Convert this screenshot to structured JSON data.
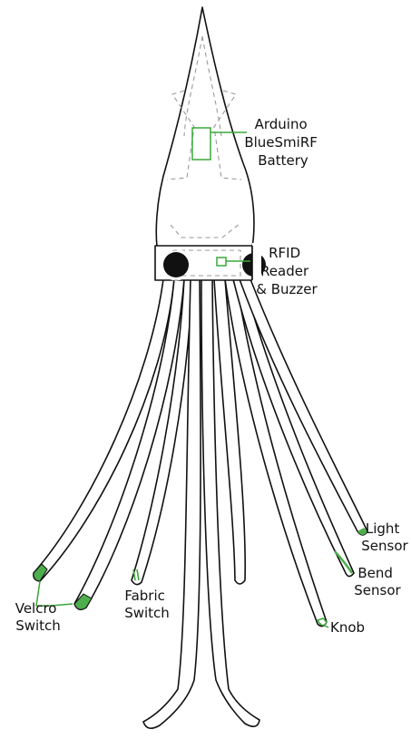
{
  "colors": {
    "outline": "#111111",
    "component": "#3aa83a",
    "component_fill": "#4cae4c",
    "hidden_outline": "#9a9a9a",
    "background": "#ffffff"
  },
  "labels": {
    "arduino": [
      "Arduino",
      "BlueSmiRF",
      "Battery"
    ],
    "rfid": [
      "RFID",
      "Reader",
      "& Buzzer"
    ],
    "light": [
      "Light",
      "Sensor"
    ],
    "bend": [
      "Bend",
      "Sensor"
    ],
    "knob": [
      "Knob"
    ],
    "velcro": [
      "Velcro",
      "Switch"
    ],
    "fabric": [
      "Fabric",
      "Switch"
    ]
  }
}
